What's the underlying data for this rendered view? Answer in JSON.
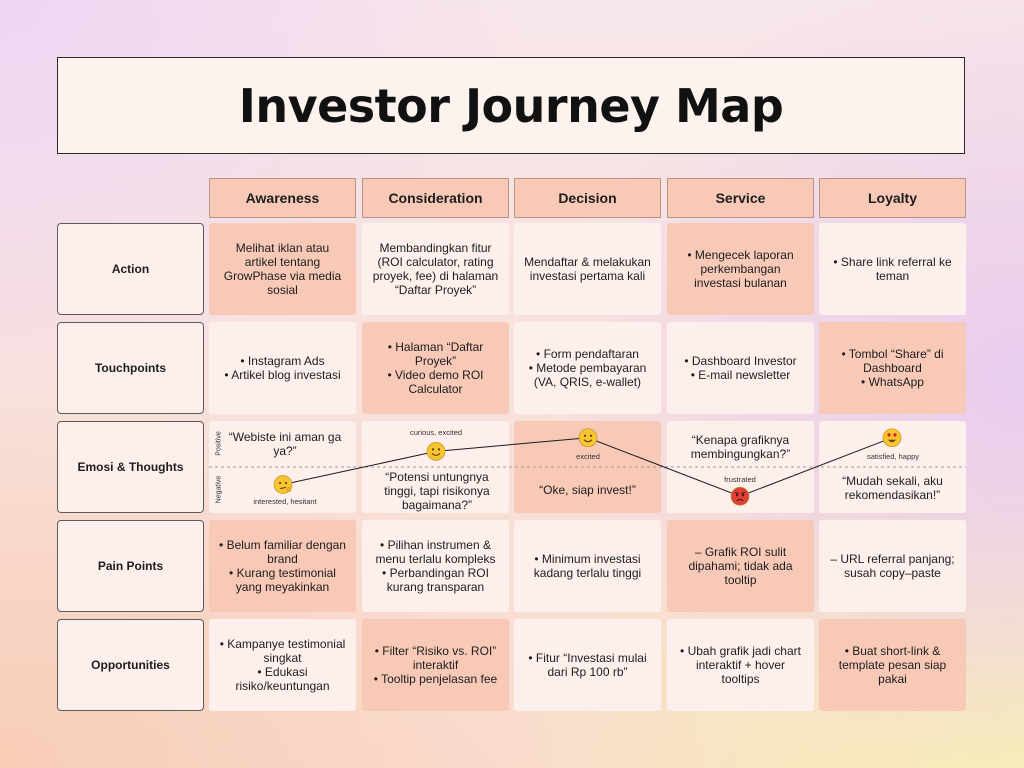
{
  "title": "Investor Journey Map",
  "columns": [
    "Awareness",
    "Consideration",
    "Decision",
    "Service",
    "Loyalty"
  ],
  "rows": {
    "action": {
      "label": "Action",
      "cells": [
        "Melihat iklan atau artikel tentang GrowPhase via media sosial",
        "Membandingkan fitur (ROI calculator, rating proyek, fee) di halaman “Daftar Proyek”",
        "Mendaftar & melakukan investasi pertama kali",
        "• Mengecek laporan perkembangan investasi bulanan",
        "• Share link referral ke teman"
      ]
    },
    "touchpoints": {
      "label": "Touchpoints",
      "cells": [
        [
          "• Instagram Ads",
          "• Artikel blog investasi"
        ],
        [
          "• Halaman “Daftar Proyek”",
          "• Video demo ROI Calculator"
        ],
        [
          "•    Form pendaftaran",
          "•    Metode pembayaran (VA, QRIS, e-wallet)"
        ],
        [
          "• Dashboard Investor",
          "• E-mail newsletter"
        ],
        [
          "• Tombol “Share” di Dashboard",
          "• WhatsApp"
        ]
      ]
    },
    "emotions": {
      "label": "Emosi & Thoughts",
      "axis_positive": "Positive",
      "axis_negative": "Negative",
      "thoughts": [
        "“Webiste ini aman ga ya?”",
        "“Potensi untungnya tinggi, tapi risikonya bagaimana?”",
        "“Oke, siap invest!”",
        "“Kenapa grafiknya membingungkan?”",
        "“Mudah sekali, aku rekomendasikan!”"
      ],
      "feelings": [
        "interested, hesitant",
        "curious, excited",
        "excited",
        "frustrated",
        "satisfied, happy"
      ],
      "levels": [
        -0.45,
        0.4,
        0.75,
        -0.75,
        0.75
      ]
    },
    "pain_points": {
      "label": "Pain Points",
      "cells": [
        [
          "•     Belum familiar dengan brand",
          "•   Kurang testimonial yang meyakinkan"
        ],
        [
          "•   Pilihan instrumen & menu terlalu kompleks",
          "•   Perbandingan ROI kurang transparan"
        ],
        [
          "•   Minimum investasi kadang terlalu tinggi"
        ],
        [
          "– Grafik ROI sulit dipahami; tidak ada tooltip"
        ],
        [
          "– URL referral panjang; susah copy–paste"
        ]
      ]
    },
    "opportunities": {
      "label": "Opportunities",
      "cells": [
        [
          "• Kampanye testimonial singkat",
          "• Edukasi risiko/keuntungan"
        ],
        [
          "•   Filter “Risiko vs. ROI” interaktif",
          "•   Tooltip penjelasan fee"
        ],
        [
          "•    Fitur “Investasi mulai dari Rp 100 rb”"
        ],
        [
          "• Ubah grafik jadi chart interaktif + hover tooltips"
        ],
        [
          "• Buat short-link & template pesan siap pakai"
        ]
      ]
    }
  },
  "colors": {
    "header_fill": "#f8c9b7",
    "light_fill": "#fdf0ec",
    "line": "#1a1a1a"
  }
}
